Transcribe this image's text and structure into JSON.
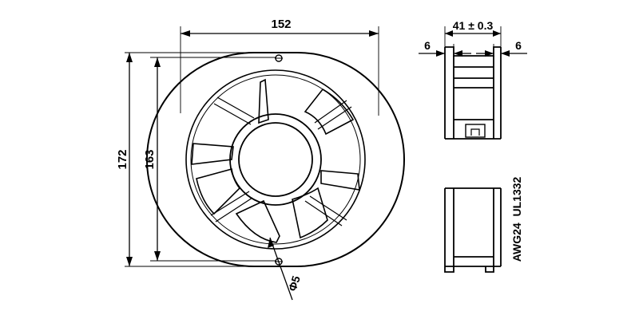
{
  "front_view": {
    "width_label": "152",
    "outer_height_label": "172",
    "inner_height_label": "163",
    "hole_label": "Φ5"
  },
  "side_view": {
    "depth_label": "41 ± 0.3",
    "left_offset_label": "6",
    "right_offset_label": "6",
    "wire_spec_label": "AWG24  UL1332"
  },
  "colors": {
    "line": "#000000",
    "background": "#ffffff"
  }
}
